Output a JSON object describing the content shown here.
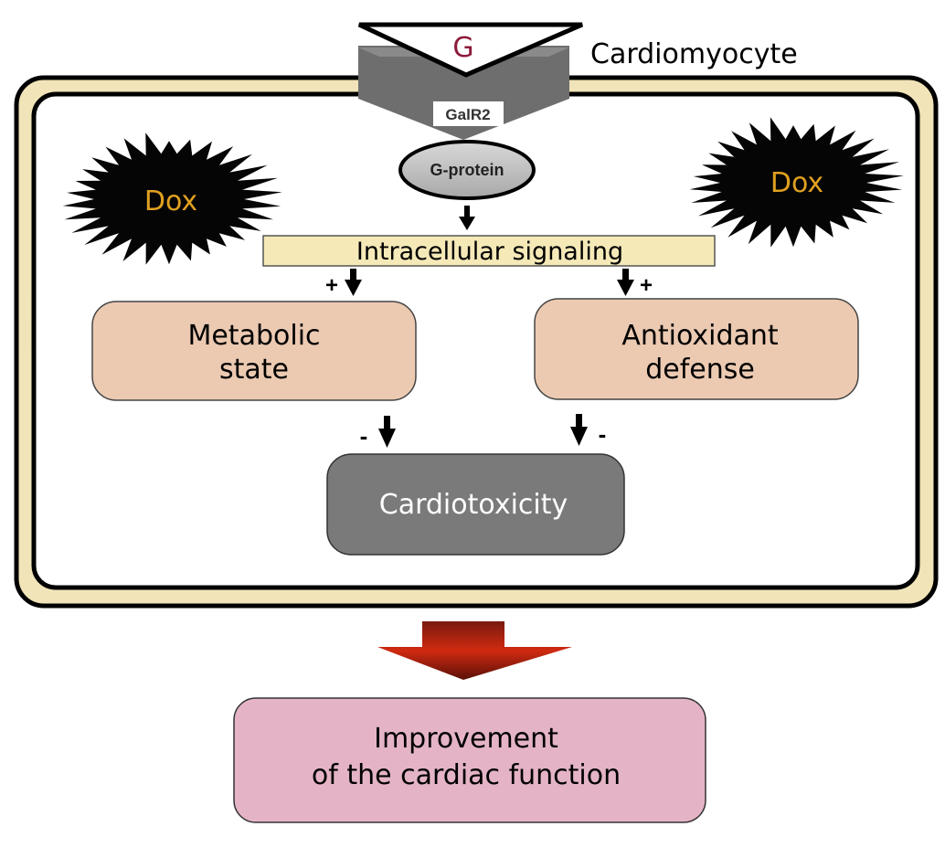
{
  "cell_label": "Cardiomyocyte",
  "ligand": {
    "label": "G",
    "color": "#8b1a3a"
  },
  "receptor": {
    "label": "GalR2"
  },
  "g_protein": {
    "label": "G-protein"
  },
  "dox_left": {
    "label": "Dox"
  },
  "dox_right": {
    "label": "Dox"
  },
  "signaling": {
    "label": "Intracellular signaling"
  },
  "signs": {
    "left_plus": "+",
    "right_plus": "+",
    "left_minus": "-",
    "right_minus": "-"
  },
  "metabolic": {
    "line1": "Metabolic",
    "line2": "state"
  },
  "antioxidant": {
    "line1": "Antioxidant",
    "line2": "defense"
  },
  "cardiotoxicity": {
    "label": "Cardiotoxicity"
  },
  "outcome": {
    "line1": "Improvement",
    "line2": "of the cardiac function"
  },
  "colors": {
    "membrane": "#f1e4b8",
    "signaling_box": "#f5e9b8",
    "process_box": "#eccab2",
    "toxicity_box": "#7a7a7a",
    "outcome_box": "#e4b4c6",
    "dox_text": "#e0a020",
    "arrow_red": "#c02010"
  }
}
